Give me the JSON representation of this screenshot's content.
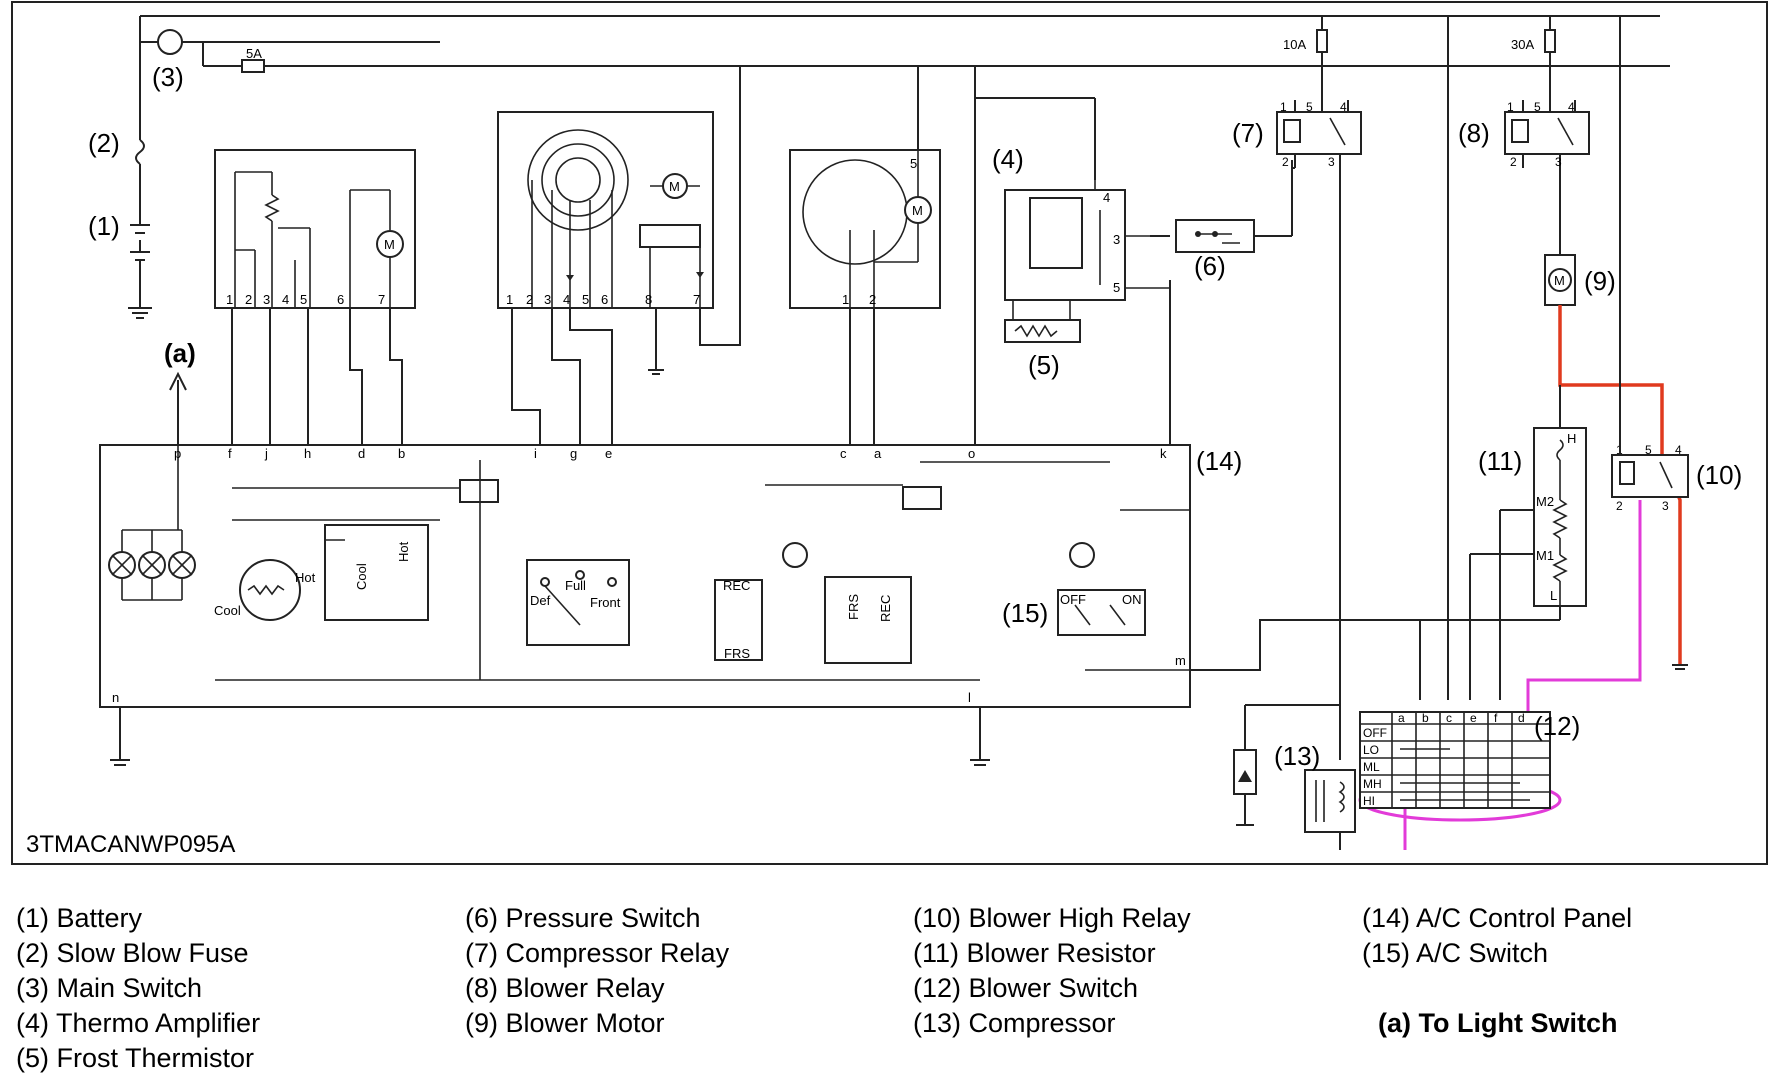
{
  "diagram": {
    "code": "3TMACANWP095A",
    "fuse_main": "5A",
    "fuse_relay7": "10A",
    "fuse_relay8": "30A",
    "callouts": [
      "(1)",
      "(2)",
      "(3)",
      "(4)",
      "(5)",
      "(6)",
      "(7)",
      "(8)",
      "(9)",
      "(10)",
      "(11)",
      "(12)",
      "(13)",
      "(14)",
      "(15)",
      "(a)"
    ],
    "panel_terminals": [
      "p",
      "f",
      "j",
      "h",
      "d",
      "b",
      "i",
      "g",
      "e",
      "c",
      "a",
      "o",
      "k",
      "n",
      "l",
      "m"
    ],
    "labels": {
      "cool": "Cool",
      "hot": "Hot",
      "def": "Def",
      "full": "Full",
      "front": "Front",
      "rec": "REC",
      "frs": "FRS",
      "off": "OFF",
      "on": "ON",
      "h": "H",
      "m2": "M2",
      "m1": "M1",
      "l": "L",
      "m": "M"
    },
    "switch_cols": [
      "a",
      "b",
      "c",
      "e",
      "f",
      "d"
    ],
    "switch_rows": [
      "OFF",
      "LO",
      "ML",
      "MH",
      "HI"
    ]
  },
  "colors": {
    "highlight_red": "#e03a1e",
    "highlight_magenta": "#e23bd8",
    "wire": "#222222"
  },
  "legend": {
    "items": [
      "(1)  Battery",
      "(2)  Slow Blow Fuse",
      "(3)  Main Switch",
      "(4)  Thermo Amplifier",
      "(5)  Frost Thermistor",
      "(6)  Pressure Switch",
      "(7)  Compressor Relay",
      "(8)  Blower Relay",
      "(9)  Blower Motor",
      "(10) Blower High Relay",
      "(11) Blower Resistor",
      "(12) Blower Switch",
      "(13) Compressor",
      "(14) A/C Control Panel",
      "(15) A/C Switch"
    ],
    "note": "(a) To Light Switch"
  }
}
